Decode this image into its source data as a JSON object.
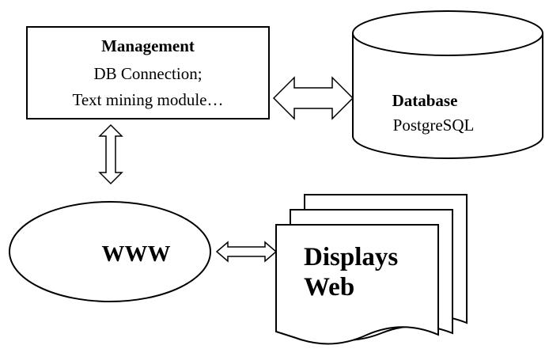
{
  "management": {
    "title": "Management",
    "line1": "DB Connection;",
    "line2": "Text mining module…"
  },
  "database": {
    "title": "Database",
    "engine": "PostgreSQL"
  },
  "www": {
    "label": "WWW"
  },
  "displays": {
    "line1": "Displays",
    "line2": "Web"
  },
  "colors": {
    "stroke": "#000000",
    "fill": "#ffffff"
  }
}
